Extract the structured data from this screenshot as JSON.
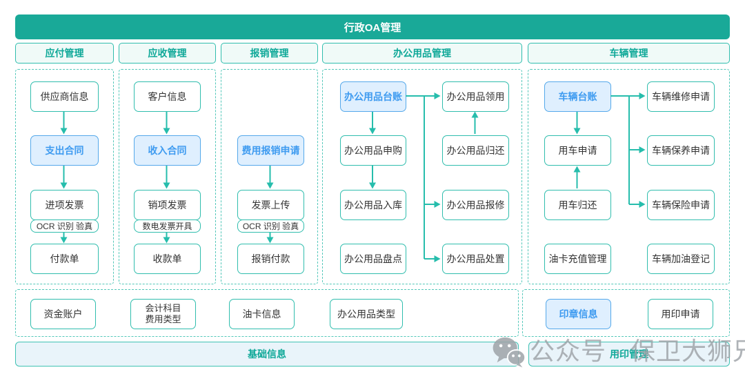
{
  "page": {
    "title": "行政OA管理"
  },
  "colors": {
    "teal_banner": "#19A998",
    "teal_border": "#2FBDAD",
    "teal_text": "#0FA898",
    "dashed_border": "#52C7B9",
    "arrow": "#26BDAC",
    "highlight_bg": "#DFEFFE",
    "highlight_border": "#54A8EA",
    "highlight_text": "#3E9BF0",
    "watermark_gray": "#9EA3A8"
  },
  "sections": {
    "payable": {
      "header": "应付管理",
      "boxes": {
        "supplier": "供应商信息",
        "expense_contract": "支出合同",
        "input_invoice": "进项发票",
        "input_invoice_sub": "OCR 识别 验真",
        "payment_slip": "付款单"
      }
    },
    "receivable": {
      "header": "应收管理",
      "boxes": {
        "customer": "客户信息",
        "income_contract": "收入合同",
        "output_invoice": "销项发票",
        "output_invoice_sub": "数电发票开具",
        "receipt_slip": "收款单"
      }
    },
    "reimbursement": {
      "header": "报销管理",
      "boxes": {
        "expense_apply": "费用报销申请",
        "invoice_upload": "发票上传",
        "invoice_upload_sub": "OCR 识别 验真",
        "reimburse_pay": "报销付款"
      }
    },
    "office_supplies": {
      "header": "办公用品管理",
      "boxes": {
        "ledger": "办公用品台账",
        "purchase": "办公用品申购",
        "inbound": "办公用品入库",
        "stocktake": "办公用品盘点",
        "collect": "办公用品领用",
        "return": "办公用品归还",
        "repair": "办公用品报修",
        "dispose": "办公用品处置"
      }
    },
    "vehicle": {
      "header": "车辆管理",
      "boxes": {
        "ledger": "车辆台账",
        "use_apply": "用车申请",
        "use_return": "用车归还",
        "fuel_card_recharge": "油卡充值管理",
        "repair_apply": "车辆维修申请",
        "maintain_apply": "车辆保养申请",
        "insurance_apply": "车辆保险申请",
        "refuel_register": "车辆加油登记"
      }
    },
    "foundation": {
      "banner": "基础信息",
      "boxes": {
        "fund_account": "资金账户",
        "accounting_line1": "会计科目",
        "accounting_line2": "费用类型",
        "fuel_card_info": "油卡信息",
        "supplies_type": "办公用品类型"
      }
    },
    "seal": {
      "banner": "用印管理",
      "boxes": {
        "seal_info": "印章信息",
        "seal_apply": "用印申请"
      }
    }
  },
  "watermark": {
    "icon": "wechat-icon",
    "text": "公众号 · 保卫大狮兄"
  }
}
